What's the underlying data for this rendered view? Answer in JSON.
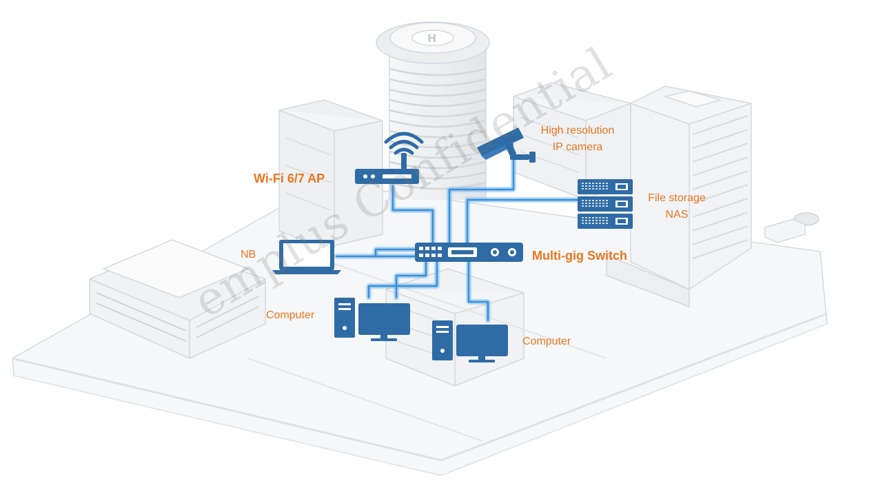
{
  "labels": {
    "wifi_ap": "Wi-Fi 6/7 AP",
    "switch": "Multi-gig Switch",
    "camera_line1": "High resolution",
    "camera_line2": "IP camera",
    "nas_line1": "File storage",
    "nas_line2": "NAS",
    "notebook": "NB",
    "computer_left": "Computer",
    "computer_right": "Computer"
  },
  "watermark": "emplus Confidential",
  "colors": {
    "label": "#e8761e",
    "device": "#2f6ca6",
    "cable": "#3d8fd6",
    "cable_glow": "#9cd2ff",
    "city_outline": "#d5d9de",
    "city_fill": "#f4f5f7"
  },
  "icons": [
    "wifi-access-point-icon",
    "network-switch-icon",
    "ip-camera-icon",
    "nas-server-icon",
    "laptop-icon",
    "desktop-computer-icon"
  ]
}
